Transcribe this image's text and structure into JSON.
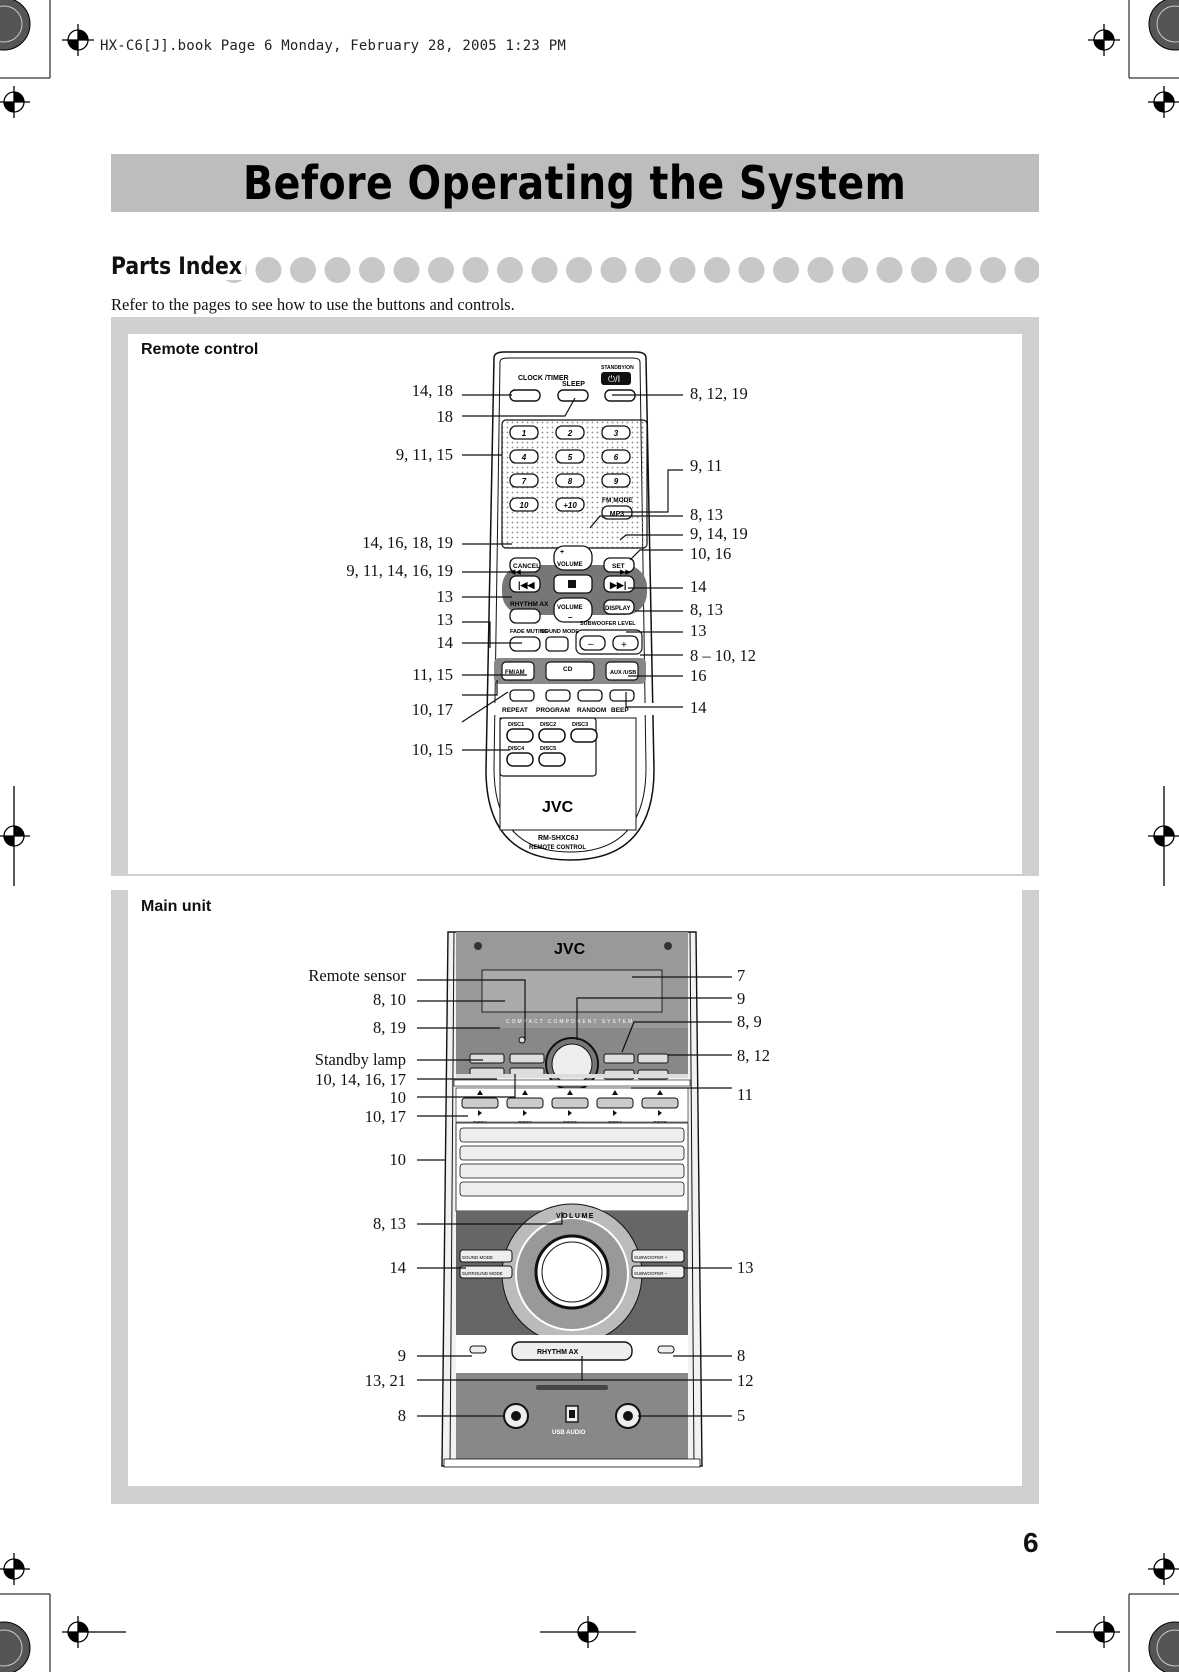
{
  "header": {
    "file_line": "HX-C6[J].book  Page 6  Monday, February 28, 2005  1:23 PM"
  },
  "title": "Before Operating the System",
  "section": {
    "heading": "Parts Index",
    "intro": "Refer to the pages to see how to use the buttons and controls."
  },
  "remote": {
    "label": "Remote control",
    "body_text": {
      "clock_timer": "CLOCK /TIMER",
      "sleep": "SLEEP",
      "standby": "STANDBY/ON",
      "numbers": [
        "1",
        "2",
        "3",
        "4",
        "5",
        "6",
        "7",
        "8",
        "9",
        "10",
        "+10"
      ],
      "fm_mode": "FM MODE",
      "mp3": "MP3",
      "cancel": "CANCEL",
      "volume": "VOLUME",
      "set": "SET",
      "rhythm_ax": "RHYTHM AX",
      "display": "DISPLAY",
      "fade_muting": "FADE MUTING",
      "sound_mode": "SOUND MODE",
      "subwoofer_level": "SUBWOOFER LEVEL",
      "fm_am": "FM/AM",
      "cd": "CD",
      "aux_usb": "AUX /USB",
      "repeat": "REPEAT",
      "program": "PROGRAM",
      "random": "RANDOM",
      "beep": "BEEP",
      "discs": [
        "DISC1",
        "DISC2",
        "DISC3",
        "DISC4",
        "DISC5"
      ],
      "brand": "JVC",
      "model": "RM-SHXC6J",
      "model_sub": "REMOTE CONTROL"
    },
    "left_labels": [
      "14, 18",
      "18",
      "9, 11, 15",
      "14, 16, 18, 19",
      "9, 11, 14, 16, 19",
      "13",
      "13",
      "14",
      "11, 15",
      "10, 17",
      "10, 15"
    ],
    "right_labels": [
      "8, 12, 19",
      "9, 11",
      "8, 13",
      "9, 14, 19",
      "10, 16",
      "14",
      "8, 13",
      "13",
      "8 – 10, 12",
      "16",
      "14"
    ]
  },
  "main_unit": {
    "label": "Main unit",
    "body_text": {
      "brand": "JVC",
      "system": "COMPACT COMPONENT SYSTEM",
      "volume": "VOLUME",
      "rhythm_ax": "RHYTHM AX",
      "usb_audio": "USB AUDIO",
      "sound_mode": "SOUND MODE",
      "surround_mode": "SURROUND MODE",
      "subwoofer_plus": "SUBWOOFER +",
      "subwoofer_minus": "SUBWOOFER –",
      "discs": [
        "DISC1",
        "DISC2",
        "DISC3",
        "DISC4",
        "DISC5"
      ]
    },
    "left_labels": [
      "Remote sensor",
      "8, 10",
      "8, 19",
      "Standby lamp",
      "10, 14, 16, 17",
      "10",
      "10, 17",
      "10",
      "8, 13",
      "14",
      "9",
      "13, 21",
      "8"
    ],
    "right_labels": [
      "7",
      "9",
      "8, 9",
      "8, 12",
      "11",
      "13",
      "8",
      "12",
      "5"
    ]
  },
  "page_number": "6"
}
